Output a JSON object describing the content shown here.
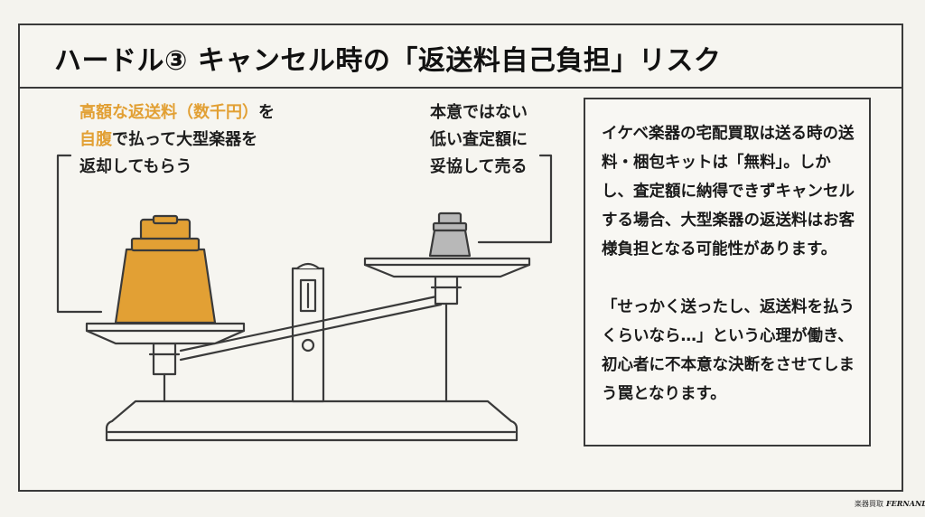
{
  "title": "ハードル③ キャンセル時の「返送料自己負担」リスク",
  "left_label": {
    "line1_accent": "高額な返送料（数千円）",
    "line1_rest": "を",
    "line2_accent": "自腹",
    "line2_rest": "で払って大型楽器を",
    "line3": "返却してもらう"
  },
  "right_label": {
    "line1": "本意ではない",
    "line2": "低い査定額に",
    "line3": "妥協して売る"
  },
  "explanation": {
    "paragraph1": "イケベ楽器の宅配買取は送る時の送料・梱包キットは「無料」。しかし、査定額に納得できずキャンセルする場合、大型楽器の返送料はお客様負担となる可能性があります。",
    "paragraph2": "「せっかく送ったし、返送料を払うくらいなら…」という心理が働き、初心者に不本意な決断をさせてしまう罠となります。"
  },
  "logo": {
    "jp": "楽器買取",
    "brand": "FERNANDES"
  },
  "colors": {
    "accent": "#e2a034",
    "light_weight": "#b8b8b8",
    "border": "#3a3a3a",
    "background": "#f4f3ee"
  }
}
